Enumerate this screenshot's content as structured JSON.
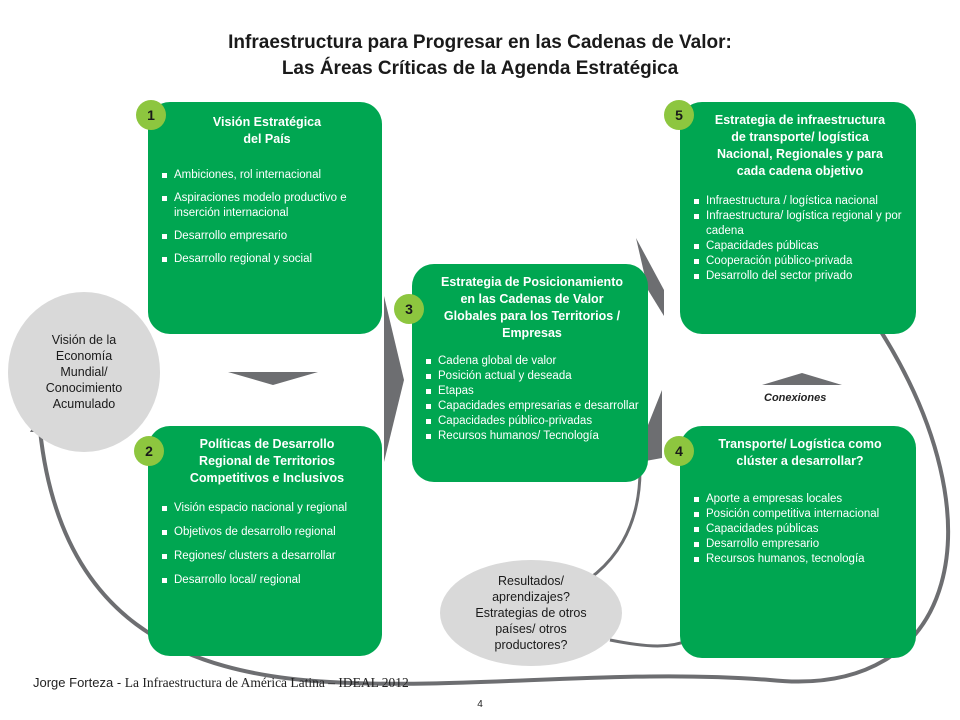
{
  "title": {
    "line1": "Infraestructura para Progresar en las Cadenas de Valor:",
    "line2": "Las Áreas Críticas de la Agenda Estratégica"
  },
  "boxes": {
    "b1": {
      "badge": "1",
      "head": [
        "Visión Estratégica",
        "del País"
      ],
      "items": [
        "Ambiciones, rol internacional",
        "Aspiraciones modelo productivo e inserción internacional",
        "Desarrollo empresario",
        "Desarrollo regional y social"
      ]
    },
    "b2": {
      "badge": "2",
      "head": [
        "Políticas de Desarrollo",
        "Regional de Territorios",
        "Competitivos e Inclusivos"
      ],
      "items": [
        "Visión espacio nacional y regional",
        "Objetivos de desarrollo regional",
        "Regiones/ clusters a desarrollar",
        "Desarrollo local/ regional"
      ]
    },
    "b3": {
      "badge": "3",
      "head": [
        "Estrategia de Posicionamiento",
        "en las Cadenas de Valor",
        "Globales para los Territorios /",
        "Empresas"
      ],
      "items": [
        "Cadena global de valor",
        "Posición actual y deseada",
        "Etapas",
        "Capacidades empresarias e desarrollar",
        "Capacidades público-privadas",
        "Recursos humanos/ Tecnología"
      ]
    },
    "b4": {
      "badge": "4",
      "head": [
        "Transporte/ Logística como",
        "clúster a desarrollar?"
      ],
      "items": [
        "Aporte a empresas locales",
        "Posición competitiva internacional",
        "Capacidades públicas",
        "Desarrollo empresario",
        "Recursos humanos, tecnología"
      ]
    },
    "b5": {
      "badge": "5",
      "head": [
        "Estrategia de infraestructura",
        "de transporte/ logística",
        "Nacional,   Regionales y para",
        "cada cadena objetivo"
      ],
      "items": [
        "Infraestructura / logística nacional",
        "Infraestructura/ logística regional y por cadena",
        "Capacidades públicas",
        "Cooperación público-privada",
        "Desarrollo del sector privado"
      ]
    }
  },
  "ellipses": {
    "vision": "Visión de la Economía Mundial/ Conocimiento Acumulado",
    "results": "Resultados/ aprendizajes? Estrategias de otros países/ otros productores?"
  },
  "conexiones": "Conexiones",
  "footer": {
    "author": "Jorge Forteza",
    "separator": " - ",
    "source": "La Infraestructura de América Latina – IDEAL 2012"
  },
  "page_number": "4",
  "colors": {
    "box_green": "#00a651",
    "badge_green": "#8dc63f",
    "arrow_gray": "#6d6e71",
    "ellipse_gray": "#d9d9d9"
  }
}
